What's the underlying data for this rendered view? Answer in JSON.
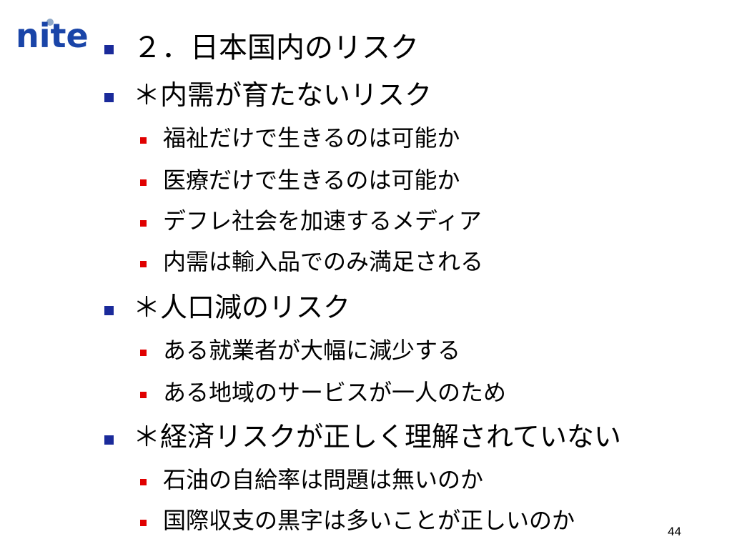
{
  "logo": {
    "text": "nite",
    "color": "#1a45a8",
    "dot_color": "#8fa8c8"
  },
  "colors": {
    "level1_bullet": "#1a2a9a",
    "level2_bullet": "#e00000",
    "text": "#000000"
  },
  "slide": {
    "title": "２．日本国内のリスク",
    "sections": [
      {
        "heading": "＊内需が育たないリスク",
        "items": [
          "福祉だけで生きるのは可能か",
          "医療だけで生きるのは可能か",
          "デフレ社会を加速するメディア",
          "内需は輸入品でのみ満足される"
        ]
      },
      {
        "heading": "＊人口減のリスク",
        "items": [
          "ある就業者が大幅に減少する",
          "ある地域のサービスが一人のため"
        ]
      },
      {
        "heading": "＊経済リスクが正しく理解されていない",
        "items": [
          "石油の自給率は問題は無いのか",
          "国際収支の黒字は多いことが正しいのか"
        ]
      }
    ],
    "page_number": "44"
  }
}
